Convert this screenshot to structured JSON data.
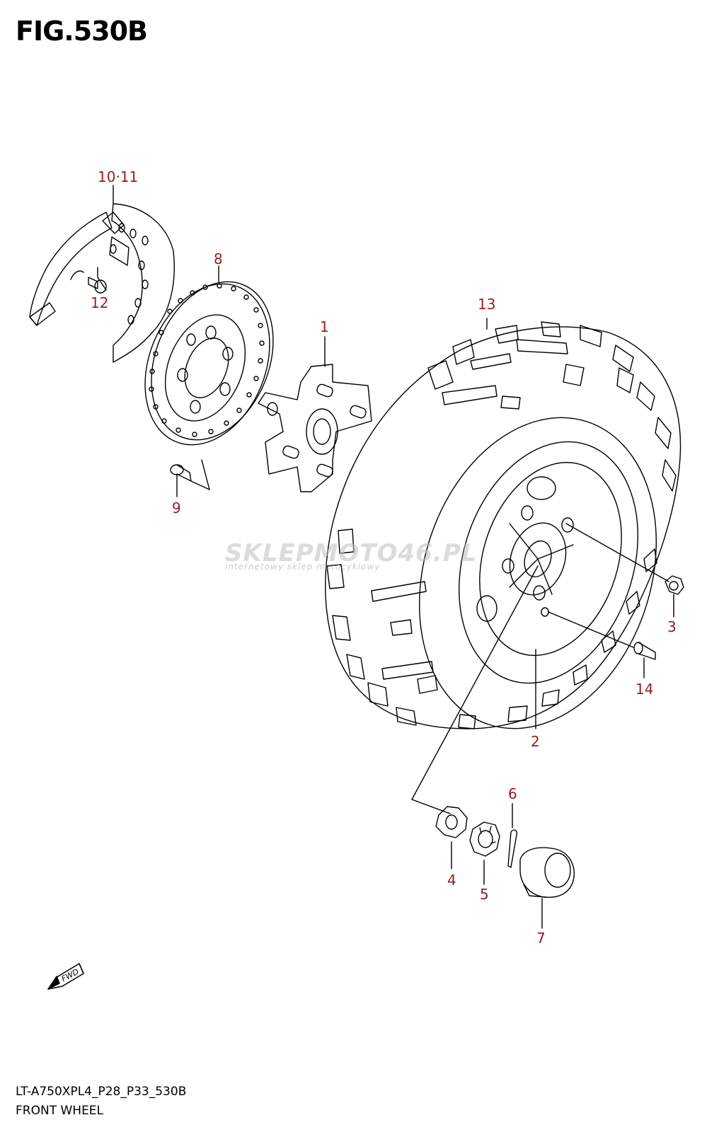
{
  "figure": {
    "title": "FIG.530B",
    "model_code": "LT-A750XPL4_P28_P33_530B",
    "name": "FRONT WHEEL"
  },
  "watermark": {
    "text": "SKLEPMOTO46.PL",
    "subtext": "internetowy sklep motocyklowy"
  },
  "fwd_label": "FWD",
  "callouts": {
    "c1": "1",
    "c2": "2",
    "c3": "3",
    "c4": "4",
    "c5": "5",
    "c6": "6",
    "c7": "7",
    "c8": "8",
    "c9": "9",
    "c10_11": "10·11",
    "c12": "12",
    "c13": "13",
    "c14": "14"
  },
  "colors": {
    "callout": "#9b1b1b",
    "line": "#000000"
  }
}
